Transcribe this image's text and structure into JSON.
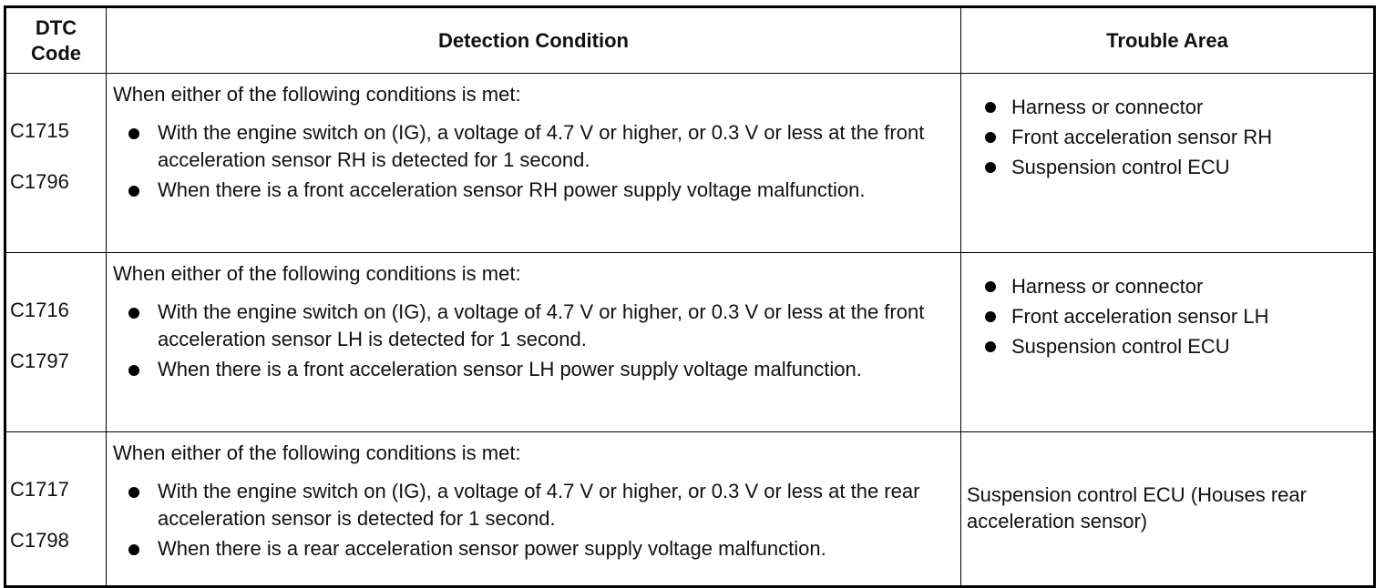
{
  "headers": {
    "dtc_code": [
      "DTC",
      "Code"
    ],
    "detection_condition": "Detection Condition",
    "trouble_area": "Trouble Area"
  },
  "rows": [
    {
      "codes": [
        "C1715",
        "C1796"
      ],
      "intro": "When either of the following conditions is met:",
      "conditions": [
        "With the engine switch on (IG), a voltage of 4.7 V or higher, or 0.3 V or less at the front acceleration sensor RH is detected for 1 second.",
        "When there is a front acceleration sensor RH power supply voltage malfunction."
      ],
      "areas": [
        "Harness or connector",
        "Front acceleration sensor RH",
        "Suspension control ECU"
      ],
      "area_text": ""
    },
    {
      "codes": [
        "C1716",
        "C1797"
      ],
      "intro": "When either of the following conditions is met:",
      "conditions": [
        "With the engine switch on (IG), a voltage of 4.7 V or higher, or 0.3 V or less at the front acceleration sensor LH is detected for 1 second.",
        "When there is a front acceleration sensor LH power supply voltage malfunction."
      ],
      "areas": [
        "Harness or connector",
        "Front acceleration sensor LH",
        "Suspension control ECU"
      ],
      "area_text": ""
    },
    {
      "codes": [
        "C1717",
        "C1798"
      ],
      "intro": "When either of the following conditions is met:",
      "conditions": [
        "With the engine switch on (IG), a voltage of 4.7 V or higher, or 0.3 V or less at the rear acceleration sensor is detected for 1 second.",
        "When there is a rear acceleration sensor power supply voltage malfunction."
      ],
      "areas": [],
      "area_text": "Suspension control ECU (Houses rear acceleration sensor)"
    }
  ]
}
